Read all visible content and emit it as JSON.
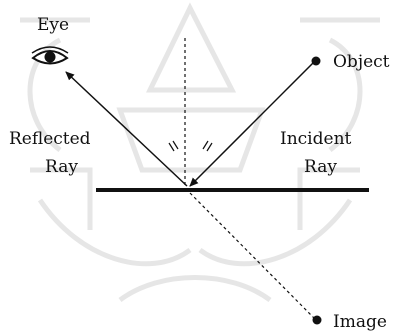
{
  "labels": {
    "eye": "Eye",
    "object": "Object",
    "image": "Image",
    "reflected_line1": "Reflected",
    "reflected_line2": "Ray",
    "incident_line1": "Incident",
    "incident_line2": "Ray"
  },
  "colors": {
    "ink": "#111111",
    "watermark": "#e6e6e6",
    "background": "#ffffff"
  },
  "icons": {
    "eye": "eye-icon",
    "object_point": "filled-circle",
    "image_point": "filled-circle",
    "angle_marks": "double-tick-marks"
  }
}
